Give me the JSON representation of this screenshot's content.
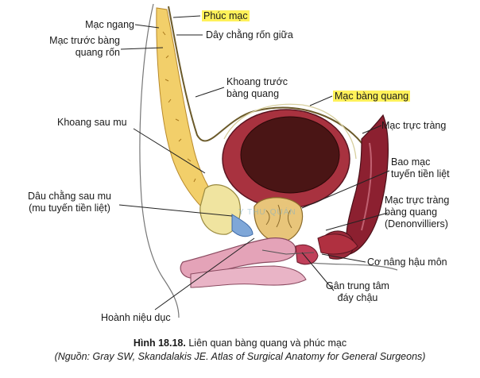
{
  "labels": {
    "muscle": "Mạc ngang",
    "prevesical_umbilical": "Mạc trước bàng\nquang rốn",
    "peritoneum": "Phúc mạc",
    "median_ligament": "Dây chằng rốn giữa",
    "prevesical_space": "Khoang trước\nbàng quang",
    "vesical_fascia": "Mạc bàng quang",
    "retropubic_space": "Khoang sau mu",
    "rectal_fascia": "Mạc trực tràng",
    "puboprostatic_ligament": "Dâu chằng sau mu\n(mu tuyến tiền liệt)",
    "prostatic_sheath": "Bao mạc\ntuyến tiền liệt",
    "denonvilliers": "Mạc trực tràng\nbàng quang\n(Denonvilliers)",
    "levator_ani": "Cơ nâng hậu môn",
    "perineal_body": "Gân trung tâm\nđáy chậu",
    "urogenital_diaphragm": "Hoành niệu dục"
  },
  "caption": {
    "figure_number": "Hình 18.18.",
    "title": "Liên quan bàng quang và phúc mạc",
    "source": "(Nguồn: Gray SW, Skandalakis JE. Atlas of Surgical Anatomy for General Surgeons)"
  },
  "watermark": "Y THƯ QUÁN",
  "colors": {
    "peritoneum_yellow": "#f2cf6a",
    "bladder_wall": "#a8323f",
    "bladder_lumen": "#4a1515",
    "rectum": "#8c2030",
    "urethra_pink": "#e4a3b8",
    "highlight": "#fff15a"
  }
}
